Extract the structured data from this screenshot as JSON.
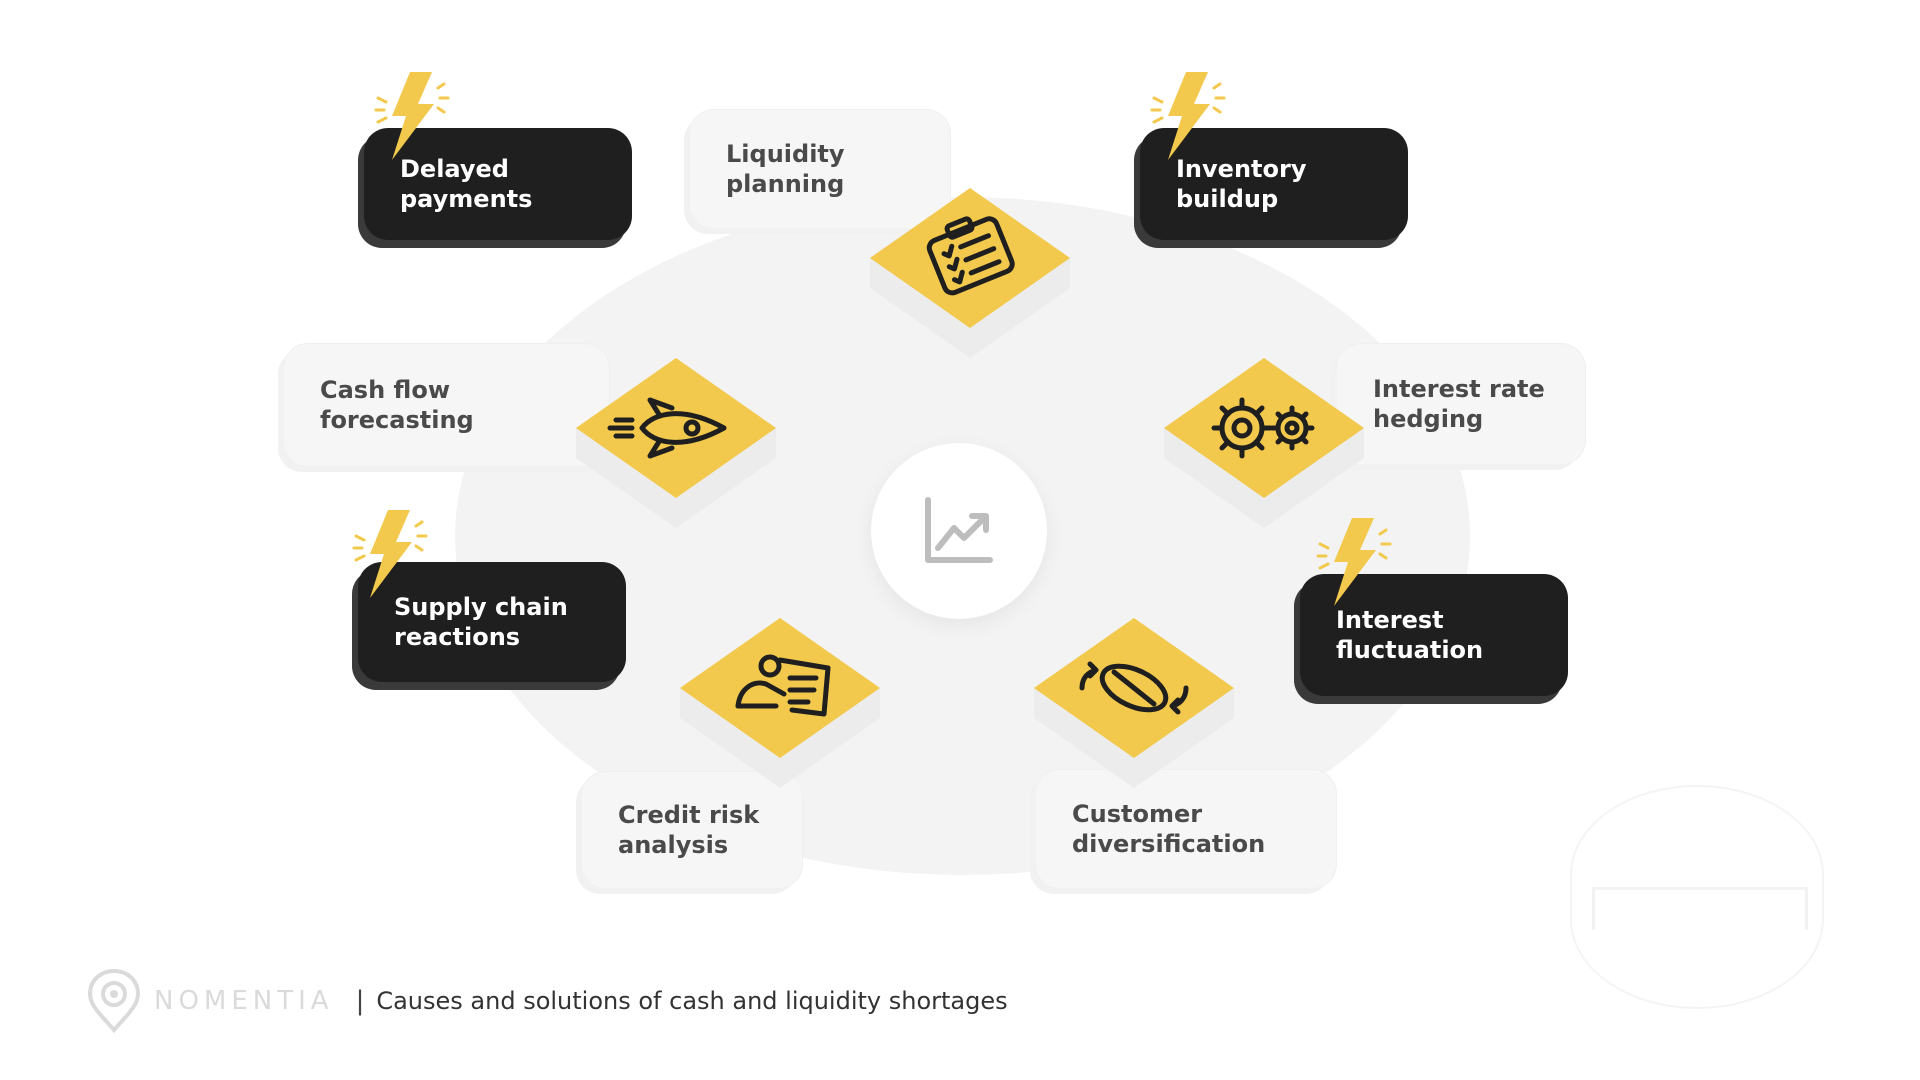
{
  "diagram": {
    "causes": [
      {
        "label": "Delayed\npayments",
        "icon": "lightning-bolt-icon"
      },
      {
        "label": "Inventory\nbuildup",
        "icon": "lightning-bolt-icon"
      },
      {
        "label": "Supply chain\nreactions",
        "icon": "lightning-bolt-icon"
      },
      {
        "label": "Interest\nfluctuation",
        "icon": "lightning-bolt-icon"
      }
    ],
    "solutions": [
      {
        "label": "Liquidity\nplanning",
        "icon": "clipboard-checklist-icon"
      },
      {
        "label": "Cash flow\nforecasting",
        "icon": "rocket-icon"
      },
      {
        "label": "Interest rate\nhedging",
        "icon": "gears-icon"
      },
      {
        "label": "Credit risk\nanalysis",
        "icon": "person-document-icon"
      },
      {
        "label": "Customer\ndiversification",
        "icon": "coin-rotate-icon"
      }
    ],
    "center_icon": "trend-chart-icon"
  },
  "footer": {
    "brand": "NOMENTIA",
    "separator": "|",
    "caption": "Causes and solutions of cash and liquidity shortages"
  },
  "colors": {
    "accent": "#F2C94C",
    "dark_card": "#1F1F1F",
    "light_card": "#F6F6F6",
    "background_ellipse": "#F3F3F3"
  }
}
